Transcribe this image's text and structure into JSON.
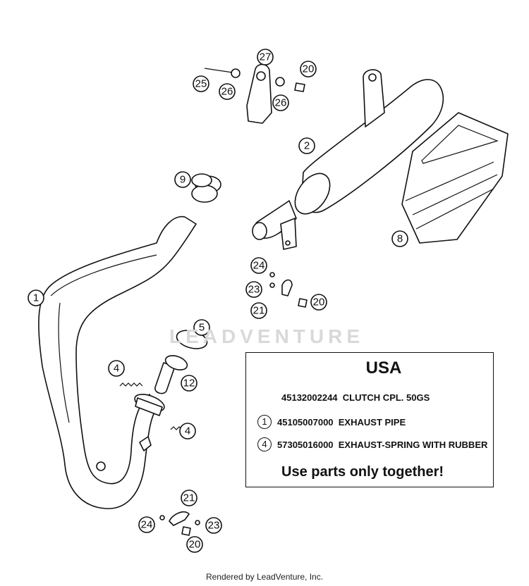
{
  "callouts": [
    "27",
    "25",
    "26",
    "20",
    "26",
    "2",
    "9",
    "8",
    "24",
    "23",
    "21",
    "20",
    "1",
    "5",
    "4",
    "12",
    "4",
    "21",
    "24",
    "23",
    "20"
  ],
  "watermark": "LEADVENTURE",
  "usa_box": {
    "title": "USA",
    "kit": {
      "part_no": "45132002244",
      "desc": "CLUTCH CPL. 50GS"
    },
    "items": [
      {
        "ref": "1",
        "part_no": "45105007000",
        "desc": "EXHAUST PIPE"
      },
      {
        "ref": "4",
        "part_no": "57305016000",
        "desc": "EXHAUST-SPRING WITH RUBBER"
      }
    ],
    "note": "Use parts only together!"
  },
  "footer": "Rendered by LeadVenture, Inc."
}
